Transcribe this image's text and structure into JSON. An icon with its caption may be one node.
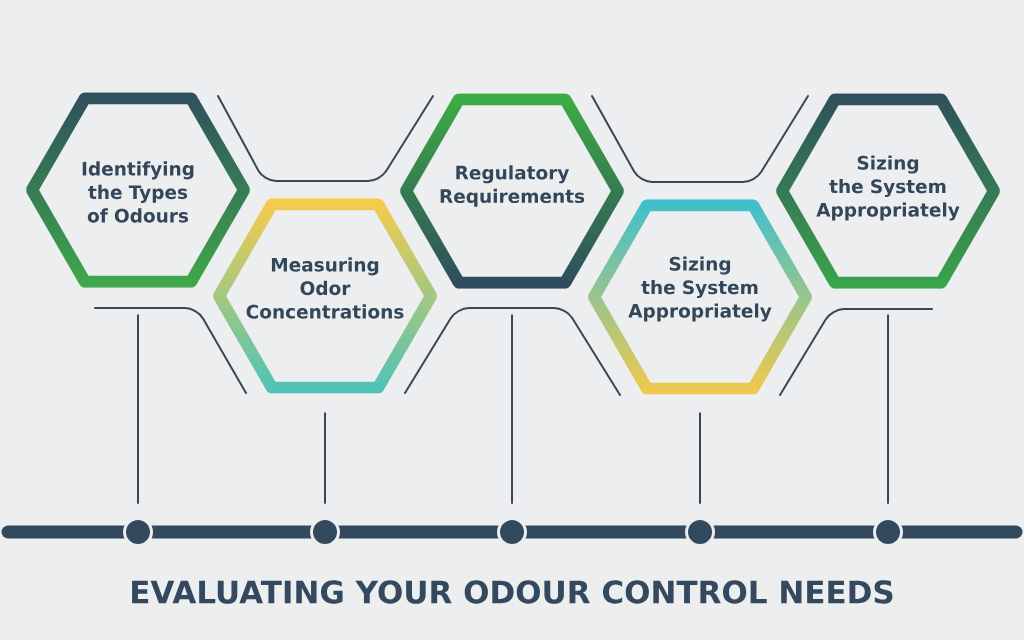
{
  "diagram": {
    "title": "EVALUATING YOUR ODOUR CONTROL NEEDS",
    "nodes": [
      {
        "text": [
          "Identifying the Types of Odours"
        ]
      },
      {
        "text": [
          "Measuring Odor Concentrations"
        ]
      },
      {
        "text": [
          "Regulatory Requirements"
        ]
      },
      {
        "text": [
          "Sizing the System Appropriately"
        ]
      },
      {
        "text": [
          "Sizing the System Appropriately"
        ]
      },
      {
        "text": [],
        "shape": "circle"
      },
      {
        "text": [],
        "shape": "circle"
      },
      {
        "text": [],
        "shape": "circle"
      },
      {
        "text": [],
        "shape": "circle"
      },
      {
        "text": [],
        "shape": "circle"
      }
    ],
    "edges": [
      {
        "from": 0,
        "to": 5,
        "arrow": "none"
      },
      {
        "from": 1,
        "to": 6,
        "arrow": "none"
      },
      {
        "from": 2,
        "to": 7,
        "arrow": "none"
      },
      {
        "from": 3,
        "to": 8,
        "arrow": "none"
      },
      {
        "from": 4,
        "to": 9,
        "arrow": "none"
      }
    ]
  }
}
